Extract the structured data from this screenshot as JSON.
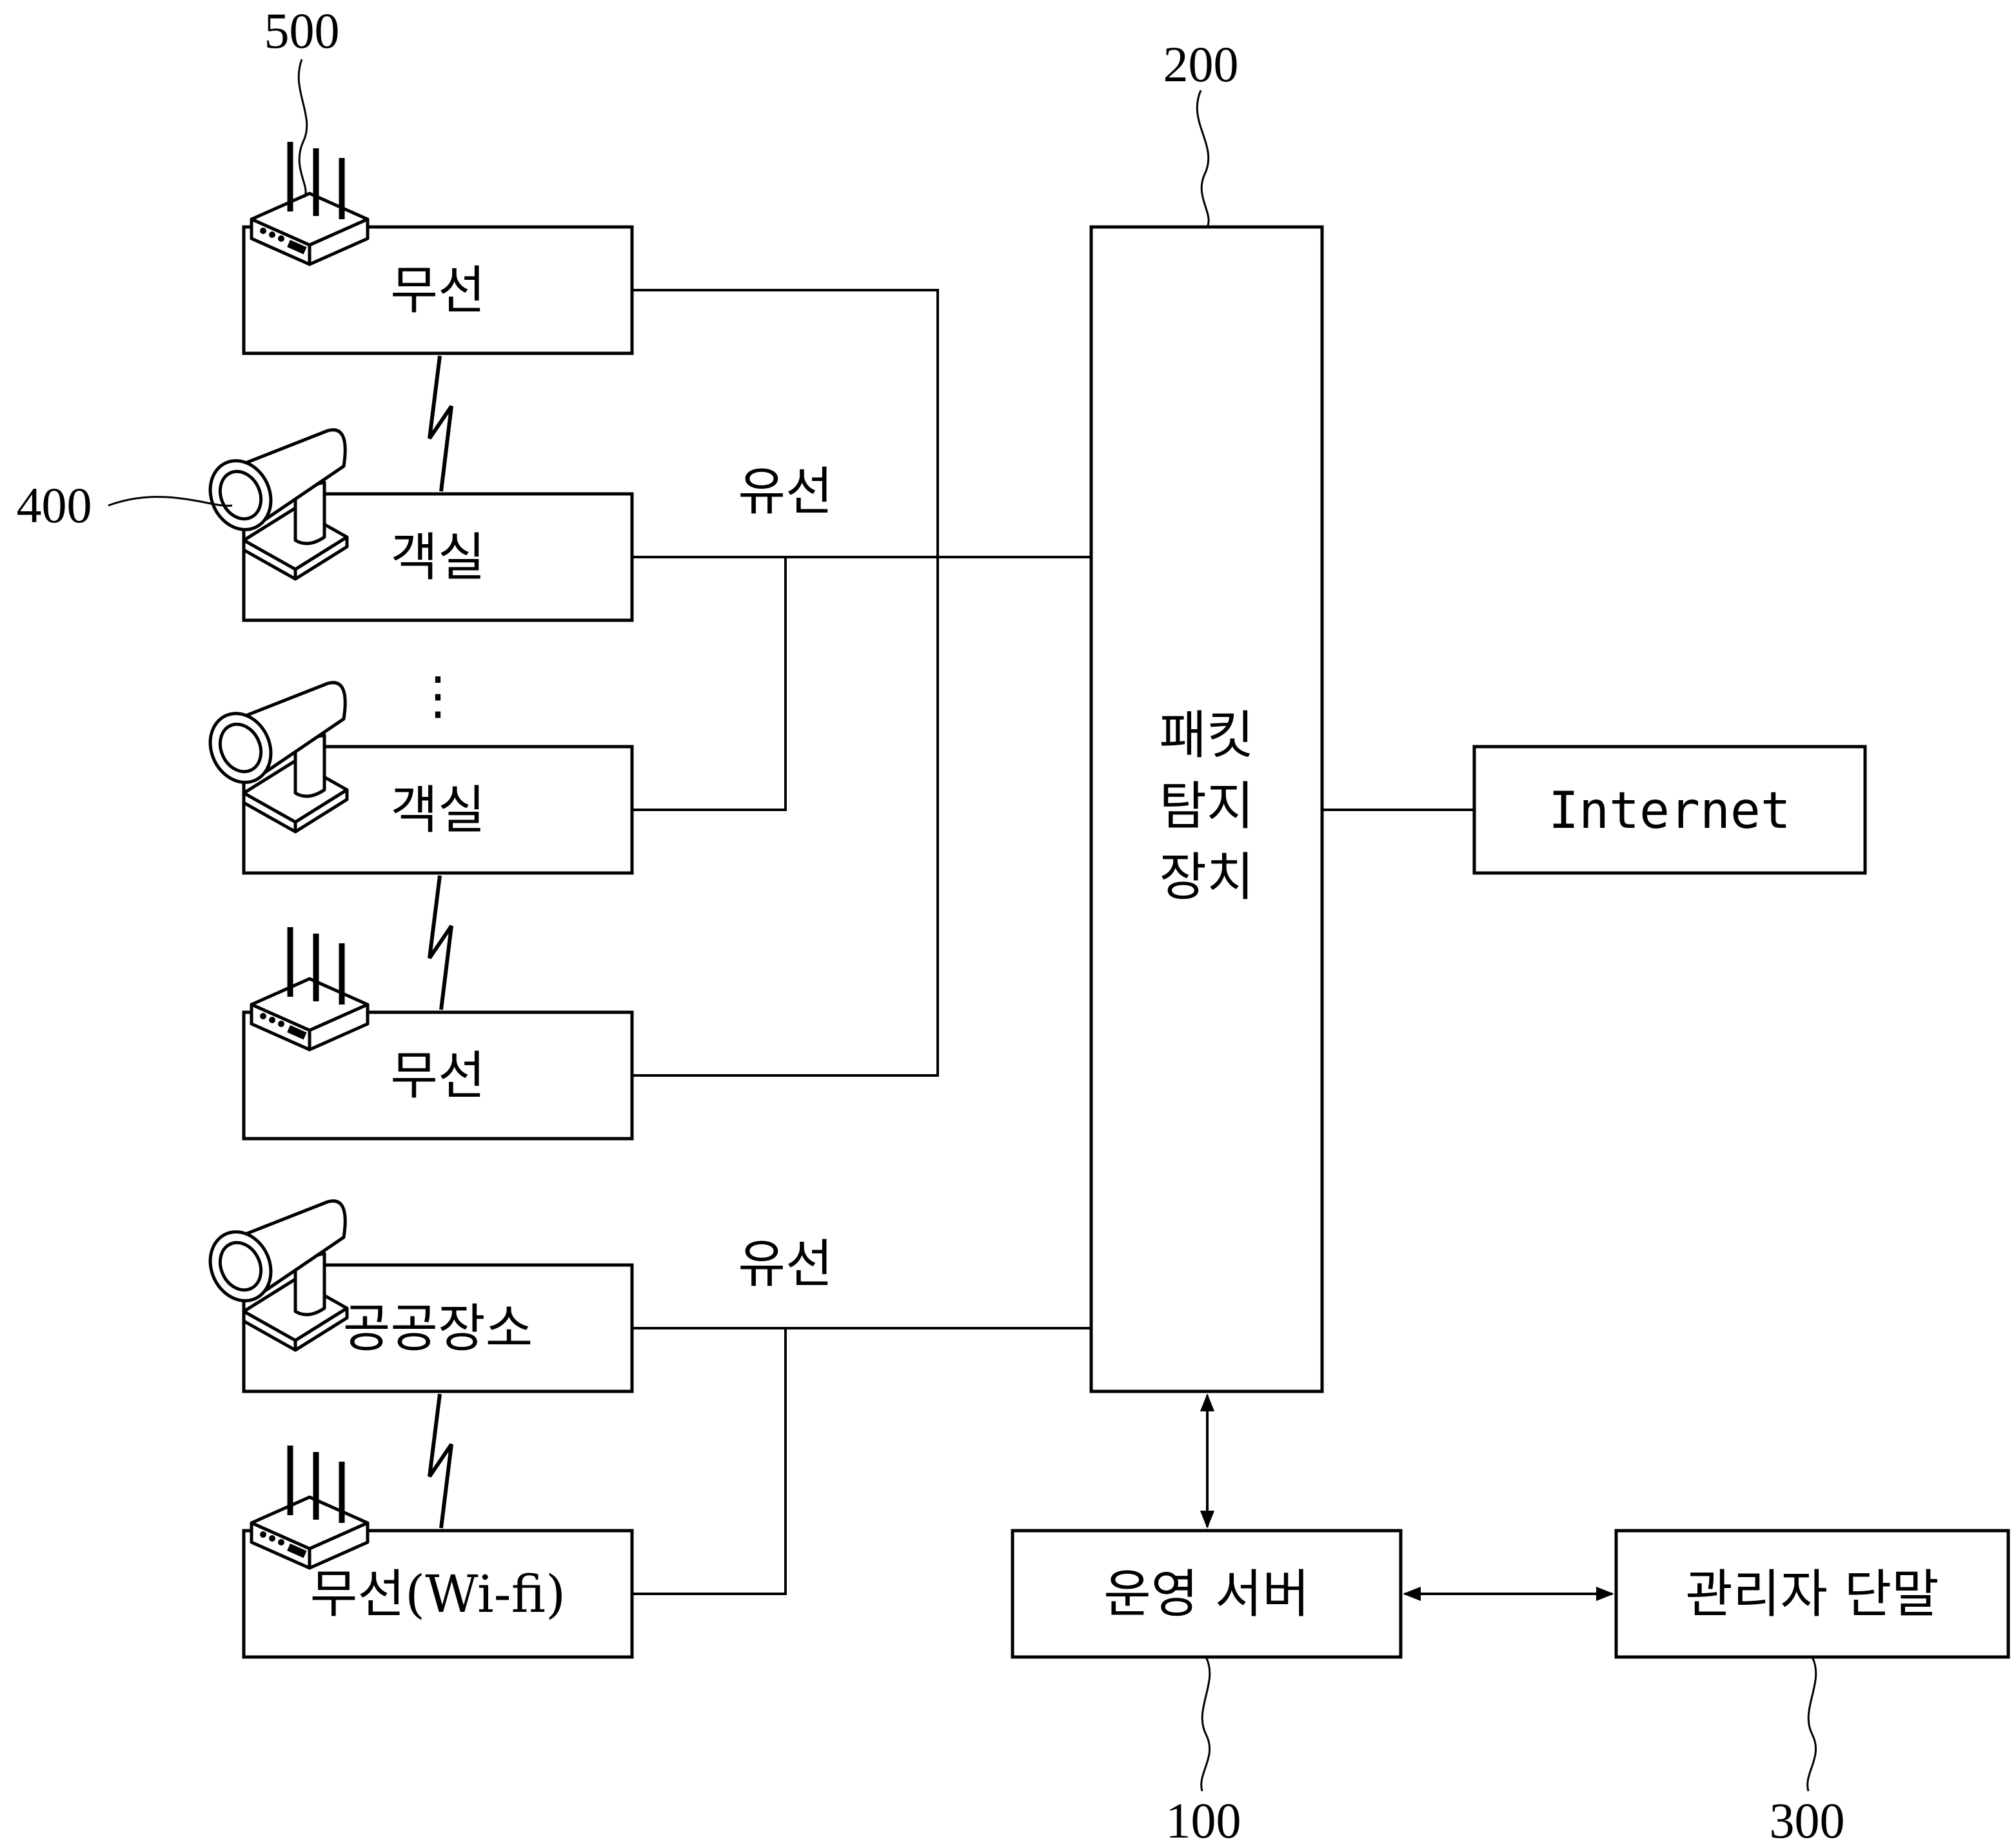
{
  "refs": {
    "operation_server": "100",
    "packet_detector": "200",
    "admin_terminal": "300",
    "camera": "400",
    "router": "500"
  },
  "nodes": {
    "wireless_top": "무선",
    "room_1": "객실",
    "room_2": "객실",
    "wireless_mid": "무선",
    "public_place": "공공장소",
    "wireless_wifi": "무선(Wi-fi)",
    "packet_detector_lines": [
      "패킷",
      "탐지",
      "장치"
    ],
    "internet": "Internet",
    "operation_server": "운영 서버",
    "admin_terminal": "관리자 단말"
  },
  "edge_labels": {
    "wired_rooms": "유선",
    "wired_public": "유선"
  },
  "ellipsis": "⋮"
}
